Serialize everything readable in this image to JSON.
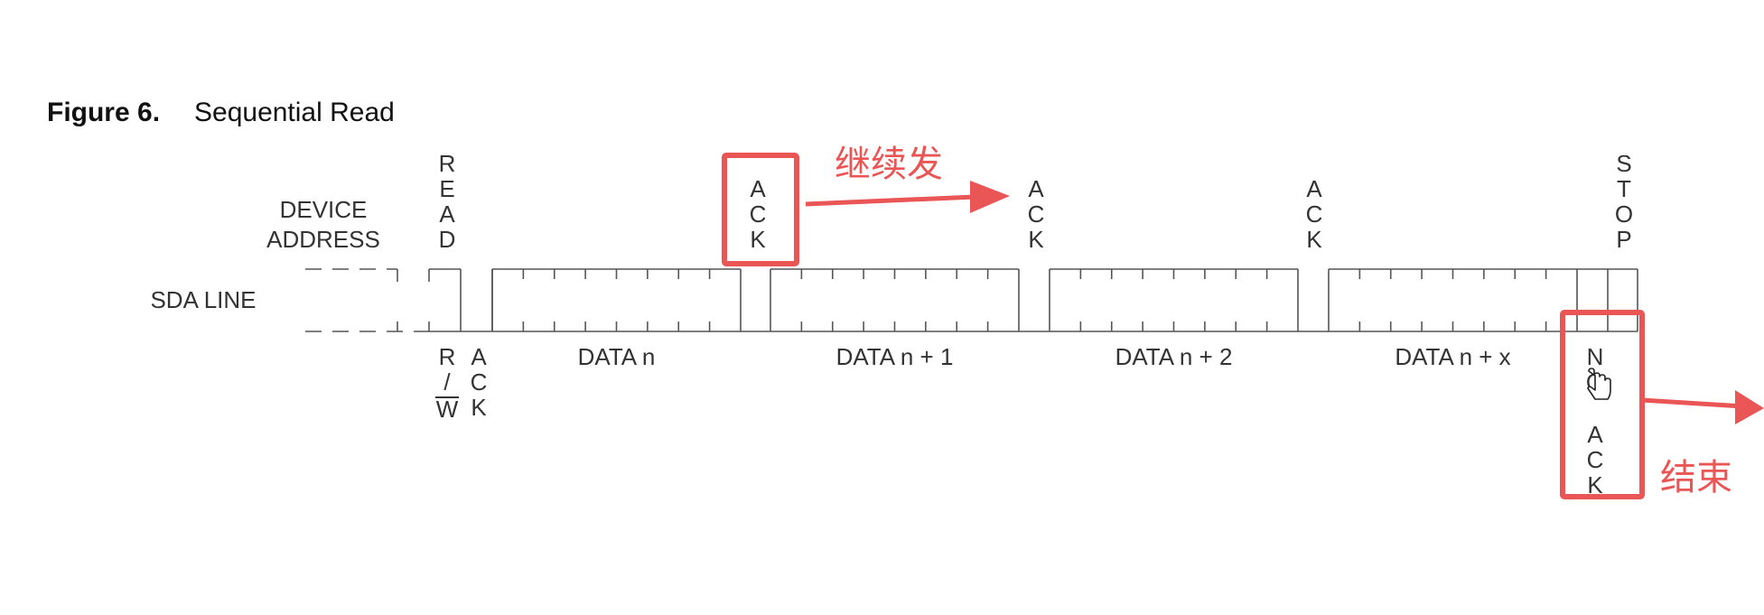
{
  "figure": {
    "label": "Figure 6.",
    "title": "Sequential Read"
  },
  "labels": {
    "device_address": [
      "DEVICE",
      "ADDRESS"
    ],
    "sda_line": "SDA LINE",
    "read": "READ",
    "rw": [
      "R",
      "/",
      "W"
    ],
    "first_ack": "ACK",
    "ack": "ACK",
    "stop": "STOP",
    "no_ack": "NO ACK"
  },
  "data_frames": [
    {
      "label": "DATA n"
    },
    {
      "label": "DATA n + 1"
    },
    {
      "label": "DATA n + 2"
    },
    {
      "label": "DATA n + x"
    }
  ],
  "annotations": {
    "continue_note": "继续发",
    "end_note": "结束"
  },
  "colors": {
    "diagram_line": "#555555",
    "annotation": "#ea5555"
  },
  "icons": {
    "cursor": "hand-cursor-icon"
  }
}
